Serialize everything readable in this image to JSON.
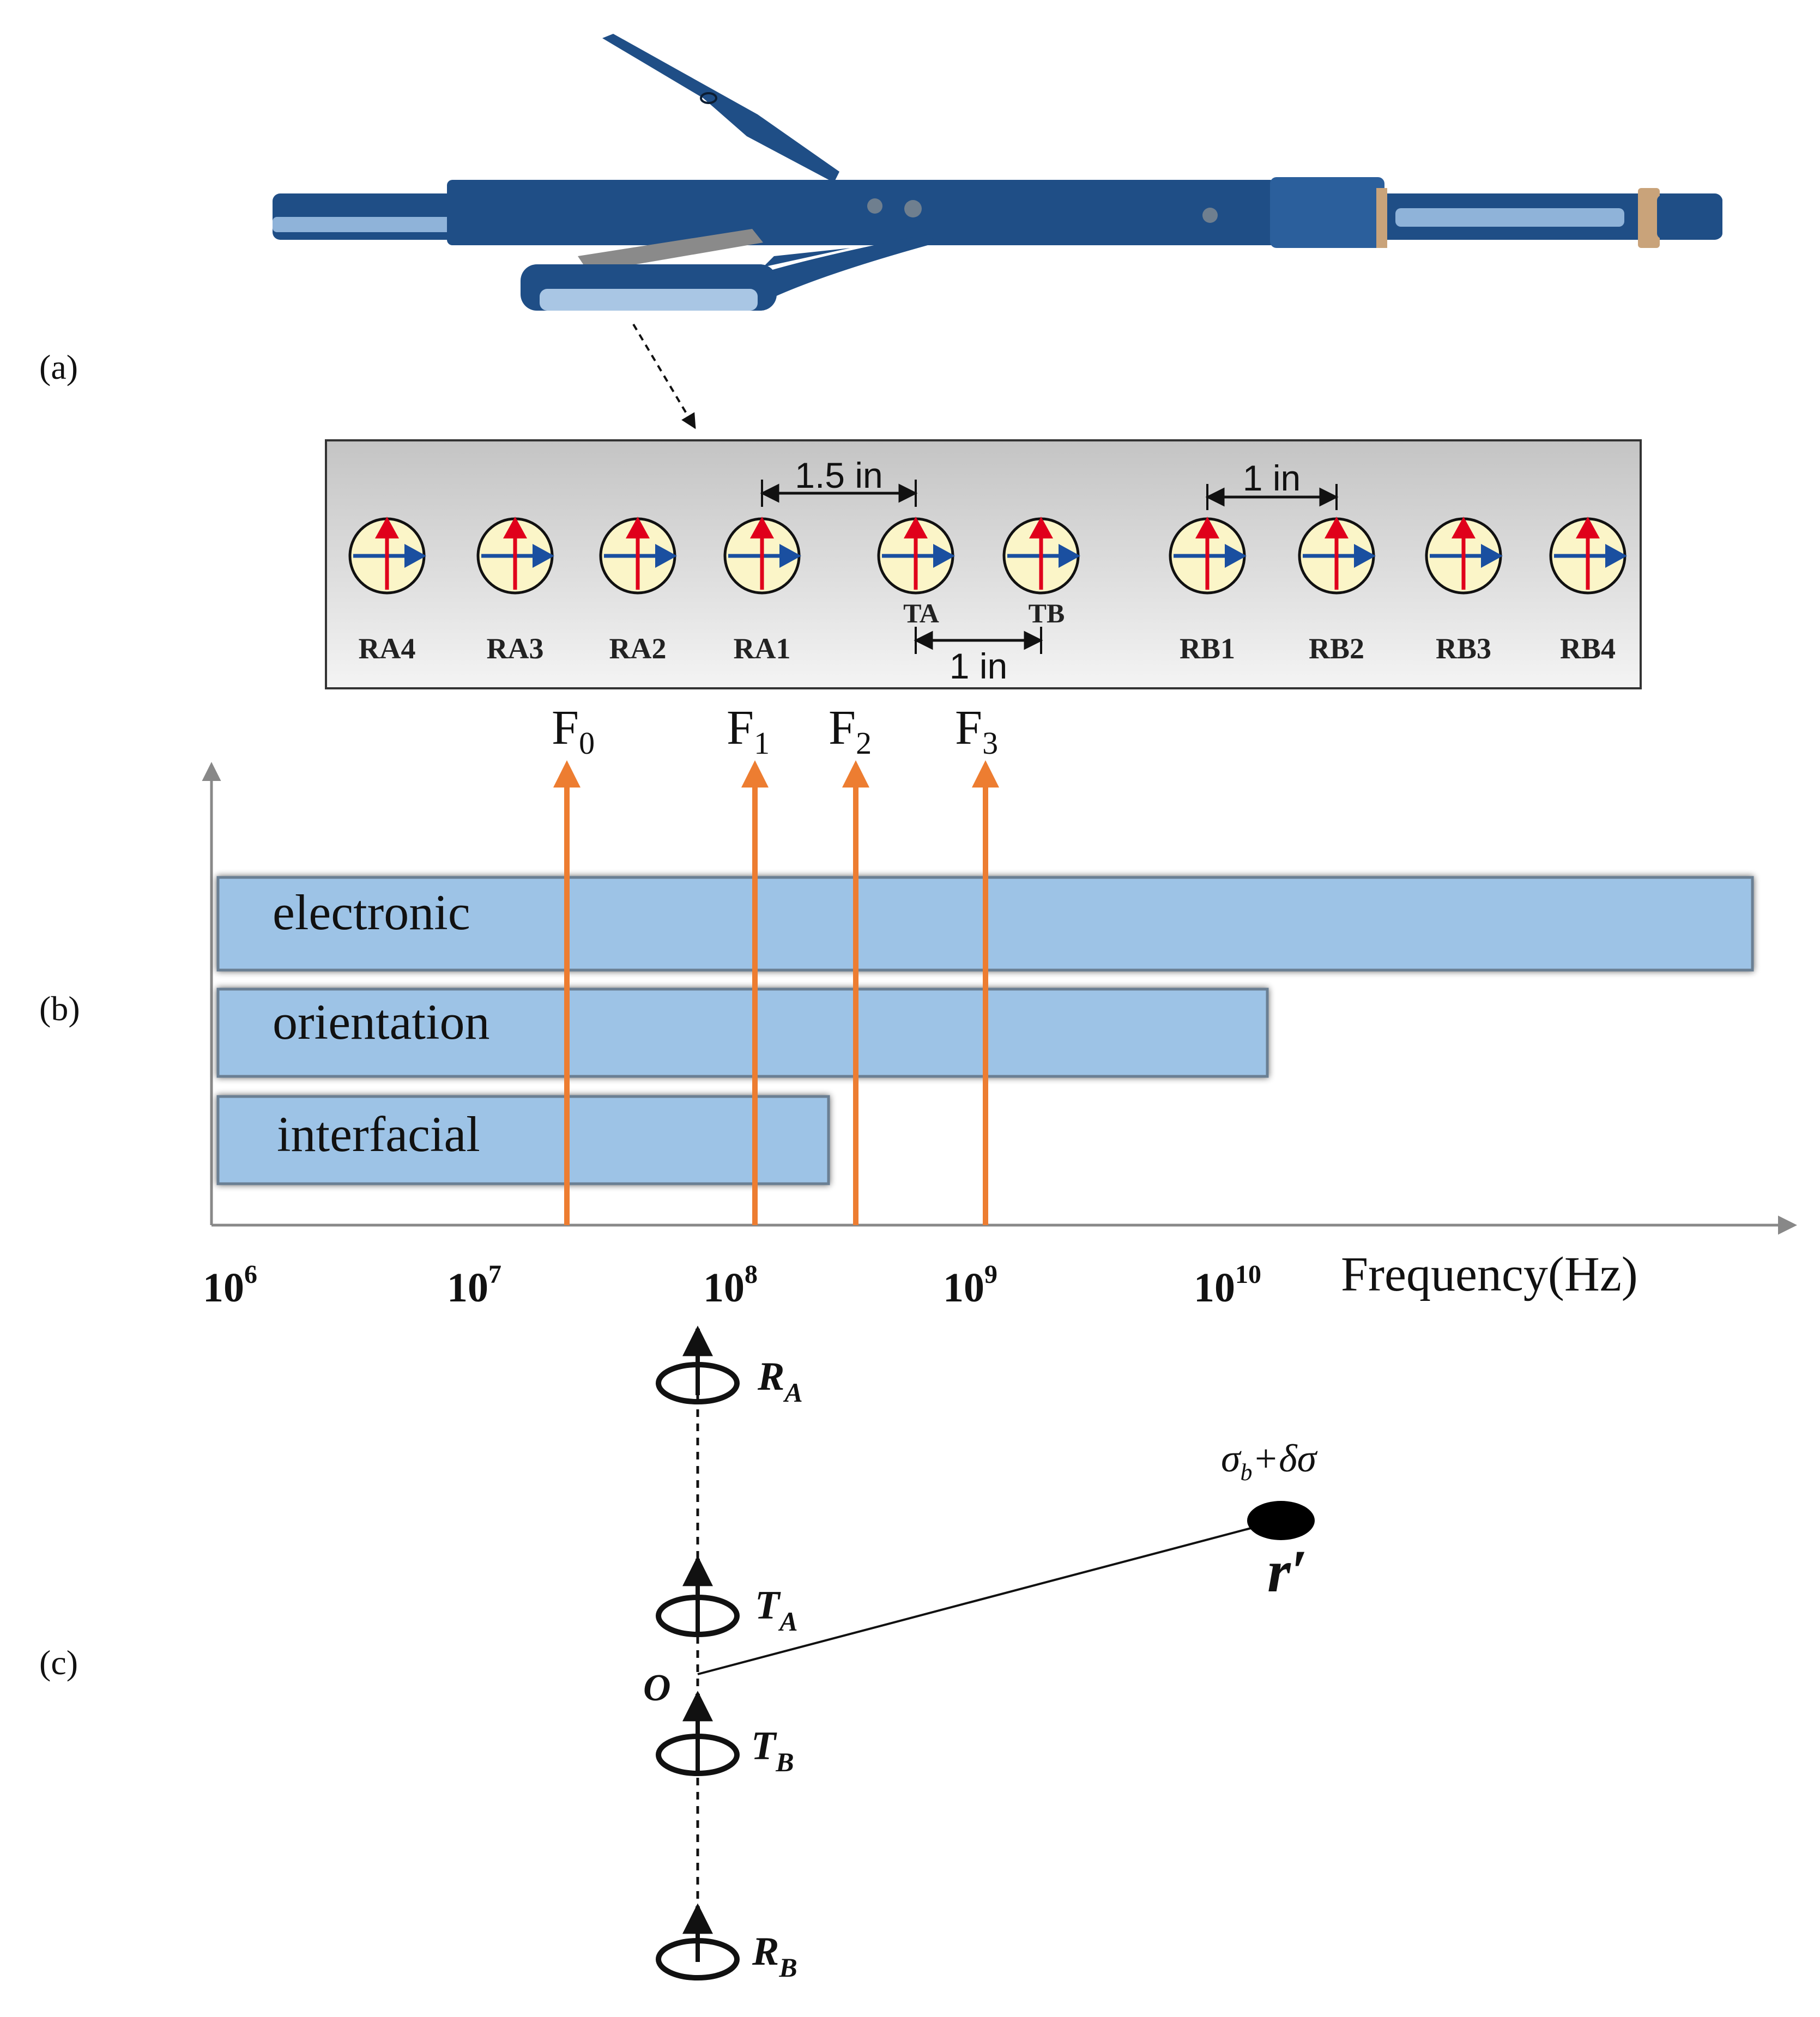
{
  "panels": {
    "a": {
      "label": "(a)",
      "spacing_top": "1.5 in",
      "spacing_right": "1 in",
      "spacing_bottom": "1 in",
      "antennas": [
        {
          "name": "RA4",
          "kind": "receiver"
        },
        {
          "name": "RA3",
          "kind": "receiver"
        },
        {
          "name": "RA2",
          "kind": "receiver"
        },
        {
          "name": "RA1",
          "kind": "receiver"
        },
        {
          "name": "TA",
          "kind": "transmitter"
        },
        {
          "name": "TB",
          "kind": "transmitter"
        },
        {
          "name": "RB1",
          "kind": "receiver"
        },
        {
          "name": "RB2",
          "kind": "receiver"
        },
        {
          "name": "RB3",
          "kind": "receiver"
        },
        {
          "name": "RB4",
          "kind": "receiver"
        }
      ],
      "colors": {
        "tool_body": "#1f4e86",
        "tool_highlight": "#8fb3d9",
        "antenna_fill": "#fbf5c8",
        "arrow_red": "#e0001b",
        "arrow_blue": "#1a4fa0",
        "box_fill": "#c9c9c9"
      }
    },
    "b": {
      "label": "(b)",
      "x_axis_label": "Frequency(Hz)",
      "tick_labels": [
        {
          "base": "10",
          "exp": "6"
        },
        {
          "base": "10",
          "exp": "7"
        },
        {
          "base": "10",
          "exp": "8"
        },
        {
          "base": "10",
          "exp": "9"
        },
        {
          "base": "10",
          "exp": "10"
        }
      ],
      "frequency_markers": [
        {
          "base": "F",
          "sub": "0"
        },
        {
          "base": "F",
          "sub": "1"
        },
        {
          "base": "F",
          "sub": "2"
        },
        {
          "base": "F",
          "sub": "3"
        }
      ],
      "bars": [
        {
          "label": "electronic"
        },
        {
          "label": "orientation"
        },
        {
          "label": "interfacial"
        }
      ],
      "colors": {
        "bar_fill": "#9dc3e6",
        "bar_edge": "#6b7f93",
        "marker": "#ed7d31",
        "axis": "#888888"
      }
    },
    "c": {
      "label": "(c)",
      "coils": [
        {
          "base": "R",
          "sub": "A"
        },
        {
          "base": "T",
          "sub": "A"
        },
        {
          "base": "T",
          "sub": "B"
        },
        {
          "base": "R",
          "sub": "B"
        }
      ],
      "origin_label": "O",
      "point_label": "r′",
      "perturbation": {
        "sigma": "σ",
        "sub": "b",
        "rest": "+δσ"
      }
    }
  }
}
